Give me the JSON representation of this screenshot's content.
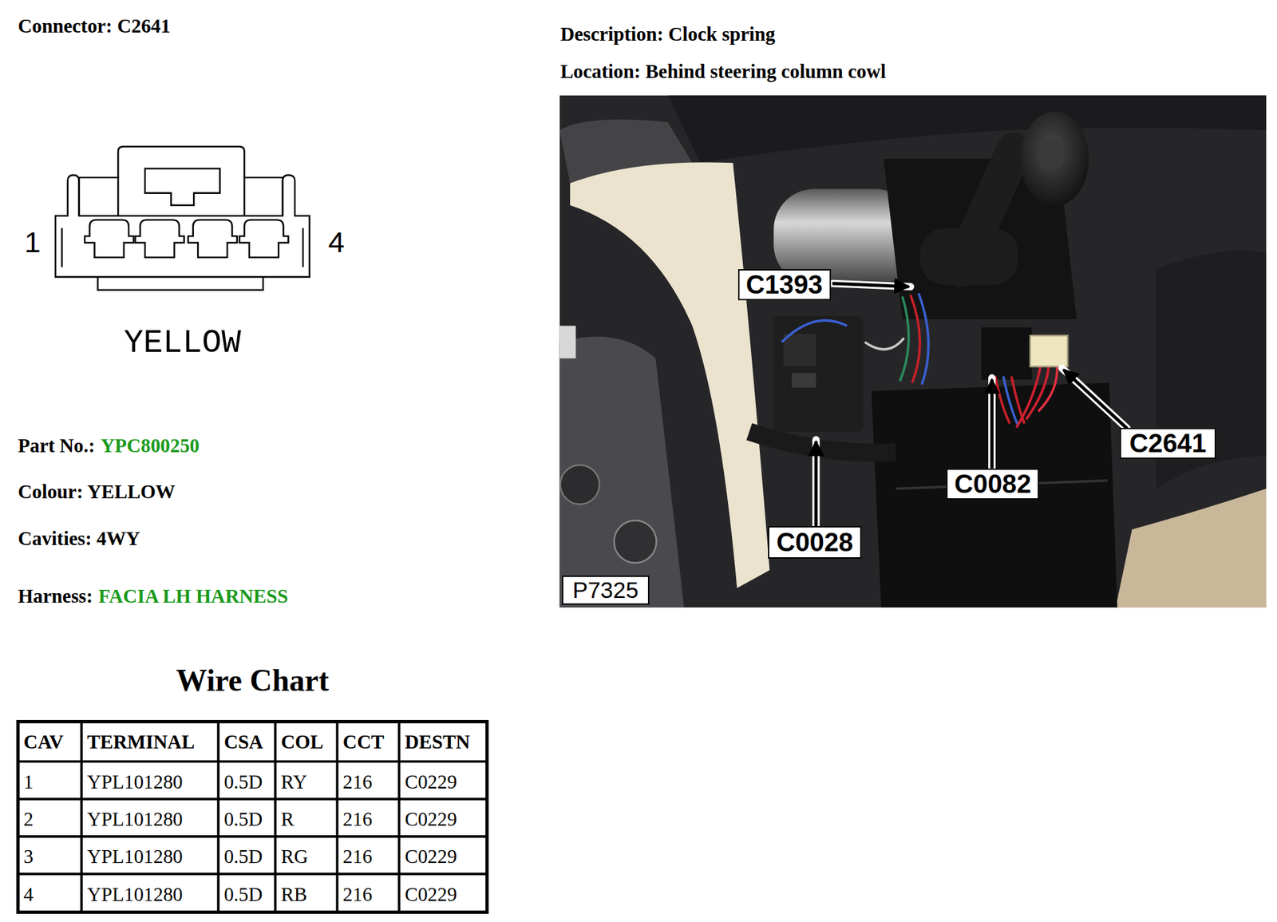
{
  "diagram": {
    "title": "Connector: C2641",
    "nodes": [
      {
        "text": [
          "C1393"
        ]
      },
      {
        "text": [
          "C2641"
        ]
      },
      {
        "text": [
          "C0082"
        ]
      },
      {
        "text": [
          "C0028"
        ]
      },
      {
        "text": [
          "P7325"
        ]
      }
    ],
    "labels": [
      "Description: Clock spring",
      "Location: Behind steering column cowl",
      "1",
      "4",
      "YELLOW",
      "Part No.:",
      "YPC800250",
      "Colour: YELLOW",
      "Cavities: 4WY",
      "Harness:",
      "FACIA LH HARNESS",
      "Wire Chart",
      "CAV",
      "TERMINAL",
      "CSA",
      "COL",
      "CCT",
      "DESTN",
      "1",
      "YPL101280",
      "0.5D",
      "RY",
      "216",
      "C0229",
      "2",
      "YPL101280",
      "0.5D",
      "R",
      "216",
      "C0229",
      "3",
      "YPL101280",
      "0.5D",
      "RG",
      "216",
      "C0229",
      "4",
      "YPL101280",
      "0.5D",
      "RB",
      "216",
      "C0229"
    ]
  }
}
